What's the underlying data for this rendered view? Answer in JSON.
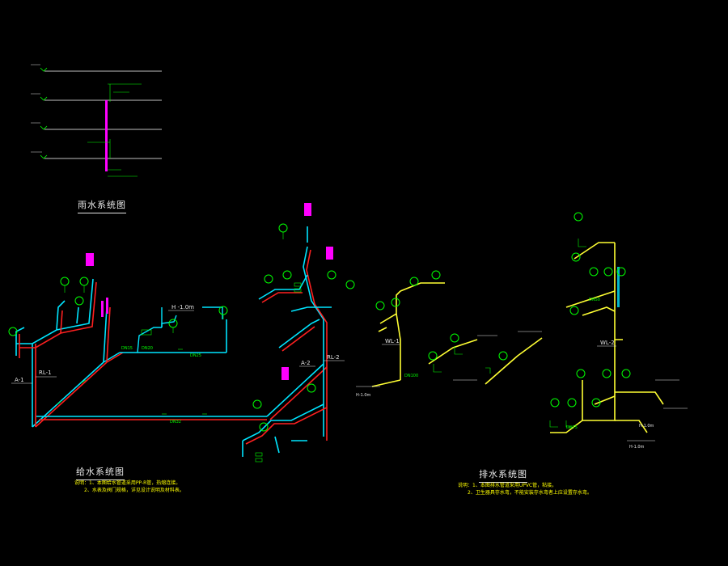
{
  "titles": {
    "rain": "雨水系统图",
    "supply": "给水系统图",
    "drain": "排水系统图"
  },
  "notes": {
    "supply_1": "说明：1、本图给水管道采用PP-R管，热熔连接。",
    "supply_2": "2、水表及阀门规格，详见设计说明及材料表。",
    "drain_1": "说明：1、本图排水管道采用UPVC管，粘接。",
    "drain_2": "2、卫生器具存水弯，不能安装存水弯者上应设置存水弯。"
  },
  "labels": {
    "rl1": "RL-1",
    "rl2": "RL-2",
    "a1": "A-1",
    "a2": "A-2",
    "wl1": "WL-1",
    "wl2": "WL-2",
    "h_supply": "H -1.0m",
    "h_drain_a": "H-1.0m",
    "h_drain_b": "H-1.0m",
    "h_drain_c": "H-1.0m",
    "dn15": "DN15",
    "dn20": "DN20",
    "dn25": "DN25",
    "dn32": "DN32",
    "dn50": "DN50",
    "dn75": "DN75",
    "dn100": "DN100"
  },
  "colors": {
    "background": "#000000",
    "hot_pipe": "#ff2020",
    "cold_pipe": "#00e5ff",
    "drain_pipe": "#ffff33",
    "rain_pipe": "#ff00ff",
    "fixture": "#00ff00",
    "floor_line": "#ffffff",
    "text": "#e6e6e6"
  }
}
